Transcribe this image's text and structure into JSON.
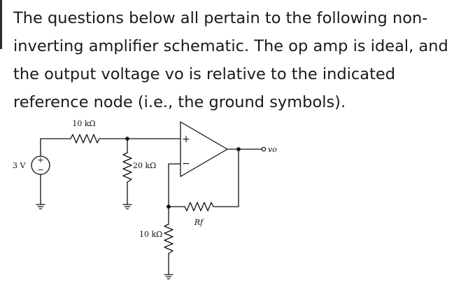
{
  "question": {
    "text": "The questions below all pertain to the following non-inverting amplifier schematic. The op amp is ideal, and the output voltage vo is relative to the indicated reference node (i.e., the ground symbols)."
  },
  "schematic": {
    "source_label": "3 V",
    "source_plus": "+",
    "source_minus": "−",
    "r_series_label": "10 kΩ",
    "r_shunt_label": "20 kΩ",
    "r_ground_label": "10 kΩ",
    "rf_label": "Rf",
    "output_label": "vo",
    "opamp_plus": "+",
    "opamp_minus": "−"
  }
}
